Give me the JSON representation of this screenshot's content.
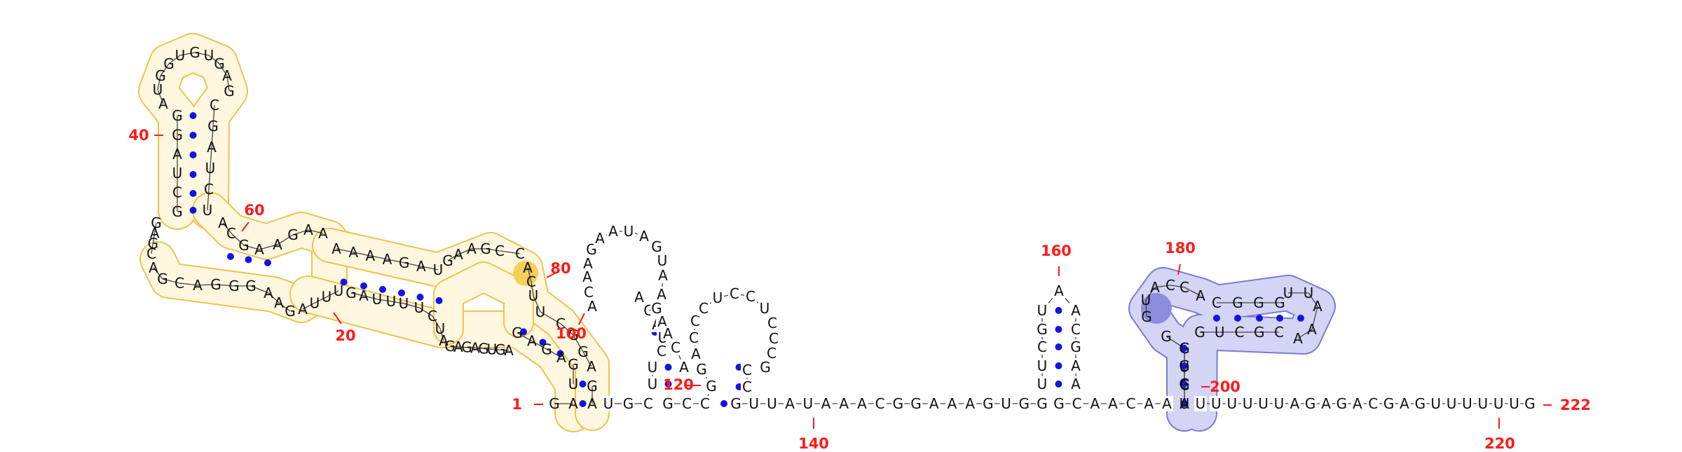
{
  "colors": {
    "nucleotide": "#111111",
    "backbone": "#444444",
    "base_pair": "#1414e0",
    "position_label": "#ff1a1a",
    "yellow_outline": "#f2c14e",
    "yellow_fill": "#fff7df",
    "yellow_highlight": "#f7cf55",
    "blue_outline": "#7b7bd6",
    "blue_fill": "#d4d4f5",
    "blue_highlight": "#8585dd"
  },
  "position_labels": [
    "1",
    "20",
    "40",
    "60",
    "80",
    "100",
    "120",
    "140",
    "160",
    "180",
    "200",
    "220",
    "222"
  ]
}
